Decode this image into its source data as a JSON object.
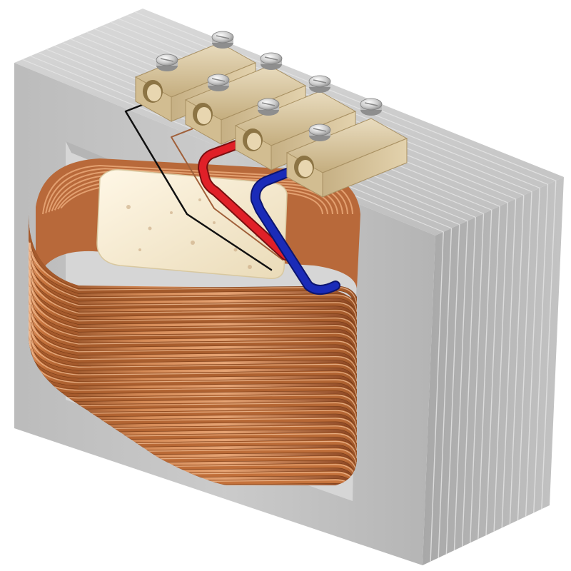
{
  "image": {
    "subject": "transformer",
    "background": "#ffffff"
  },
  "palette": {
    "core_light": "#d4d4d4",
    "core_mid": "#bcbcbc",
    "core_dark": "#a5a5a5",
    "copper": "#c07040",
    "copper_dark": "#8a4420",
    "insulator": "#f6ecd6",
    "terminal": "#dcc9a0",
    "wire_red": "#e02028",
    "wire_blue": "#1a2bb8",
    "wire_black": "#111111",
    "wire_thin_copper": "#a0603a"
  },
  "icons": [
    "transformer-core",
    "copper-coil",
    "terminal-block",
    "screw",
    "lead-wire"
  ]
}
